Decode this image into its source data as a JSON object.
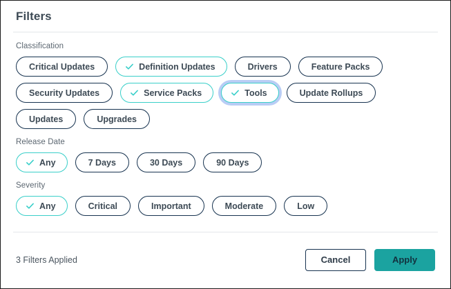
{
  "dialog": {
    "title": "Filters"
  },
  "sections": [
    {
      "label": "Classification",
      "name": "classification",
      "chips": [
        {
          "label": "Critical Updates",
          "selected": false,
          "focused": false
        },
        {
          "label": "Definition Updates",
          "selected": true,
          "focused": false
        },
        {
          "label": "Drivers",
          "selected": false,
          "focused": false
        },
        {
          "label": "Feature Packs",
          "selected": false,
          "focused": false
        },
        {
          "label": "Security Updates",
          "selected": false,
          "focused": false
        },
        {
          "label": "Service Packs",
          "selected": true,
          "focused": false
        },
        {
          "label": "Tools",
          "selected": true,
          "focused": true
        },
        {
          "label": "Update Rollups",
          "selected": false,
          "focused": false
        },
        {
          "label": "Updates",
          "selected": false,
          "focused": false
        },
        {
          "label": "Upgrades",
          "selected": false,
          "focused": false
        }
      ]
    },
    {
      "label": "Release Date",
      "name": "release-date",
      "chips": [
        {
          "label": "Any",
          "selected": true,
          "focused": false
        },
        {
          "label": "7 Days",
          "selected": false,
          "focused": false
        },
        {
          "label": "30 Days",
          "selected": false,
          "focused": false
        },
        {
          "label": "90 Days",
          "selected": false,
          "focused": false
        }
      ]
    },
    {
      "label": "Severity",
      "name": "severity",
      "chips": [
        {
          "label": "Any",
          "selected": true,
          "focused": false
        },
        {
          "label": "Critical",
          "selected": false,
          "focused": false
        },
        {
          "label": "Important",
          "selected": false,
          "focused": false
        },
        {
          "label": "Moderate",
          "selected": false,
          "focused": false
        },
        {
          "label": "Low",
          "selected": false,
          "focused": false
        }
      ]
    }
  ],
  "footer": {
    "filters_applied": "3 Filters Applied",
    "cancel_label": "Cancel",
    "apply_label": "Apply"
  },
  "colors": {
    "accent_teal": "#1ba3a0",
    "selected_border": "#39cfc9",
    "chip_border": "#16324f",
    "focus_ring": "#b9cdf5",
    "title_text": "#3d4a55"
  },
  "icons": {
    "check": "check-icon"
  }
}
